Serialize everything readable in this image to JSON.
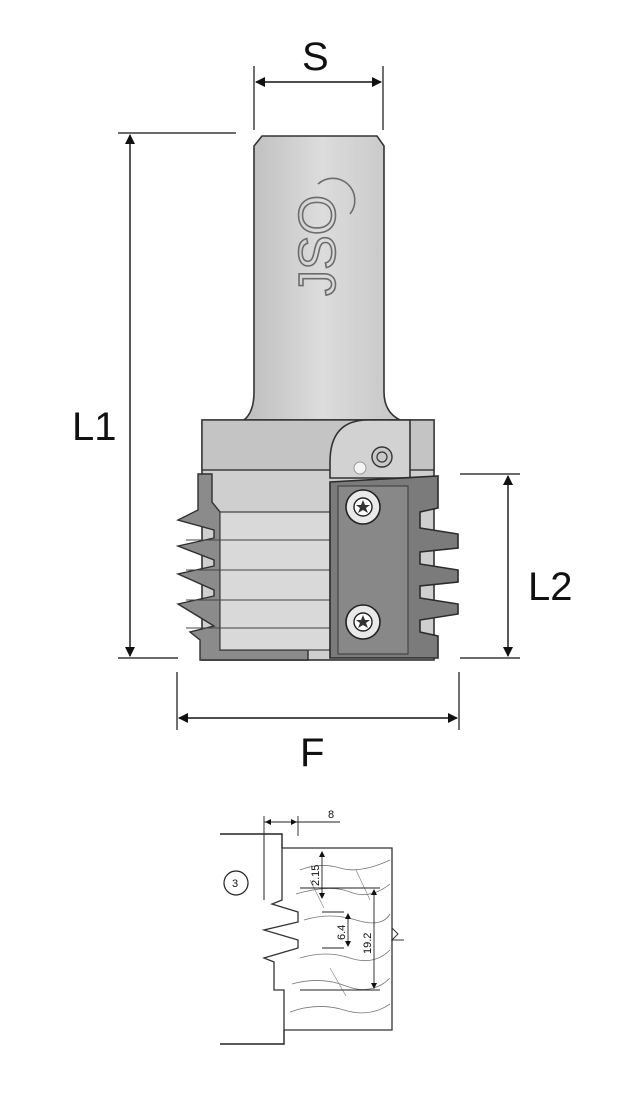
{
  "dimensions": {
    "shank_diameter": "S",
    "overall_length": "L1",
    "cutting_length": "L2",
    "cutting_diameter": "F"
  },
  "logo_text": "JSO",
  "profile": {
    "profile_number": "3",
    "depth": "8",
    "tip_offset": "2.15",
    "pitch": "6.4",
    "finger_height": "19.2"
  }
}
